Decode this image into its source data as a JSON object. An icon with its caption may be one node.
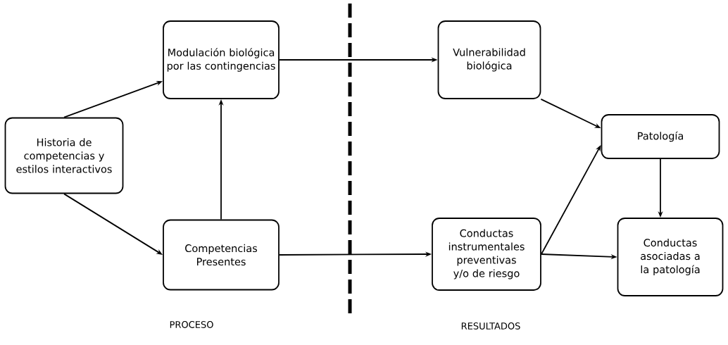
{
  "diagram": {
    "nodes": [
      {
        "text": [
          "Historia de competencias y estilos interactivos"
        ]
      },
      {
        "text": [
          "Modulación biológica por las contingencias"
        ]
      },
      {
        "text": [
          "Competencias Presentes"
        ]
      },
      {
        "text": [
          "Vulnerabilidad biológica"
        ]
      },
      {
        "text": [
          "Conductas instrumentales preventivas y/o de riesgo"
        ]
      },
      {
        "text": [
          "Patología"
        ]
      },
      {
        "text": [
          "Conductas asociadas a la patología"
        ]
      }
    ],
    "edges": [
      {
        "from": 0,
        "to": 1,
        "arrow": "to"
      },
      {
        "from": 0,
        "to": 2,
        "arrow": "to"
      },
      {
        "from": 2,
        "to": 1,
        "arrow": "to"
      },
      {
        "from": 1,
        "to": 3,
        "arrow": "to"
      },
      {
        "from": 2,
        "to": 4,
        "arrow": "to"
      },
      {
        "from": 3,
        "to": 5,
        "arrow": "to"
      },
      {
        "from": 4,
        "to": 5,
        "arrow": "to"
      },
      {
        "from": 5,
        "to": 6,
        "arrow": "to"
      },
      {
        "from": 4,
        "to": 6,
        "arrow": "to"
      }
    ],
    "labels": [
      "PROCESO",
      "RESULTADOS"
    ]
  }
}
